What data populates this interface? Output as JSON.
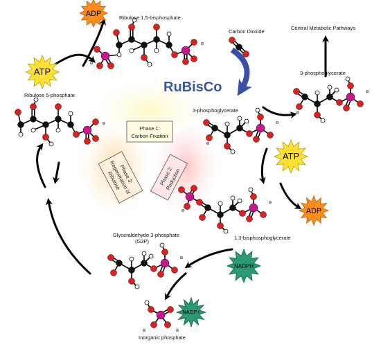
{
  "labels": {
    "rubp": "Ribulose 1,5-bisphosphate",
    "co2": "Carbon Dioxide",
    "central": "Central Metabolic Pathways",
    "pga_right": "3-phosphoglycerate",
    "pga_center": "3-phosphoglycerate",
    "ru5p": "Ribulose 5-phosphate",
    "bpg": "1,3-bisphosphoglycerate",
    "g3p_line1": "Glyceraldehyde 3-phosphate",
    "g3p_line2": "(G3P)",
    "pi": "Inorganic phosphate",
    "rubisco": "RuBisCo"
  },
  "phases": {
    "p1_line1": "Phase 1:",
    "p1_line2": "Carbon Fixation",
    "p2_line1": "Phase 2:",
    "p2_line2": "Reduction",
    "p3_line1": "Phase 3:",
    "p3_line2": "Regeneration of",
    "p3_line3": "Ribulose"
  },
  "badges": {
    "adp_top": "ADP",
    "atp_left": "ATP",
    "atp_right": "ATP",
    "adp_right": "ADP",
    "nadph": "NADPH",
    "nadp": "NADP+"
  },
  "colors": {
    "atom_carbon": "#111111",
    "atom_oxygen": "#e21f1f",
    "atom_phosphorus": "#c8168f",
    "atom_hydrogen": "#ffffff",
    "atp_burst": "#ffe135",
    "adp_burst": "#ff8c1a",
    "nadph_burst": "#2a9a72",
    "rubisco_arrow": "#3b4fa8",
    "phase1_glow": "#fff1a8",
    "phase2_glow": "#ffb3b3",
    "phase3_glow": "#ffcf8a"
  }
}
